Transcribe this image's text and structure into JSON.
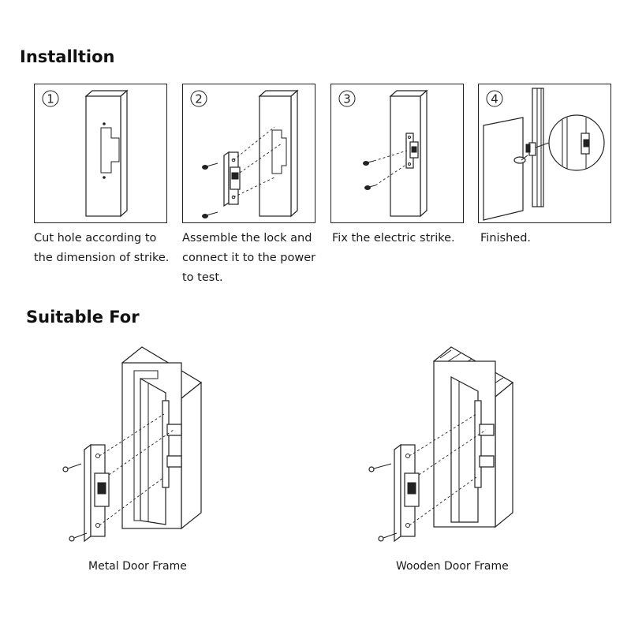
{
  "installation": {
    "heading": "Installtion",
    "steps": [
      {
        "number": "1",
        "caption": [
          "Cut hole according to",
          "the dimension of strike."
        ]
      },
      {
        "number": "2",
        "caption": [
          "Assemble the lock and",
          "connect it to the power",
          "to test."
        ]
      },
      {
        "number": "3",
        "caption": [
          "Fix the electric strike."
        ]
      },
      {
        "number": "4",
        "caption": [
          "Finished."
        ]
      }
    ]
  },
  "suitable": {
    "heading": "Suitable For",
    "figures": [
      {
        "caption": "Metal Door Frame"
      },
      {
        "caption": "Wooden Door Frame"
      }
    ]
  }
}
